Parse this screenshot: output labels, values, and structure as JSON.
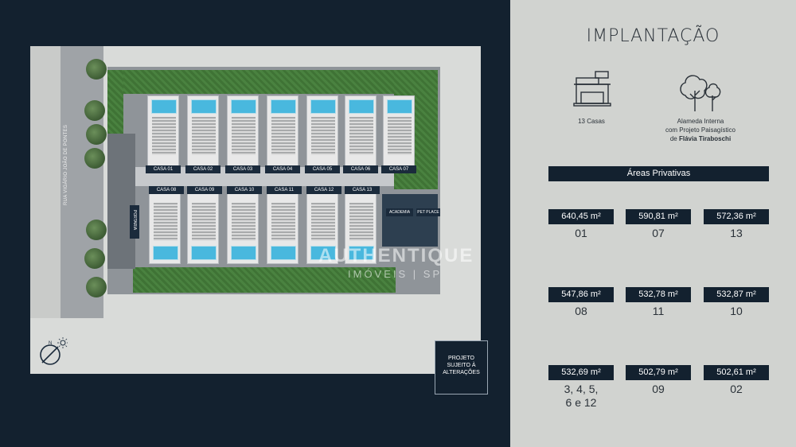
{
  "header": {
    "title": "IMPLANTAÇÃO"
  },
  "features": [
    {
      "icon": "house-icon",
      "text": "13 Casas"
    },
    {
      "icon": "trees-icon",
      "line1": "Alameda Interna",
      "line2": "com Projeto Paisagístico",
      "line3_prefix": "de",
      "line3_name": "Flávia Tiraboschi"
    }
  ],
  "areas": {
    "title": "Áreas Privativas",
    "items": [
      {
        "value": "640,45 m²",
        "unit": "01"
      },
      {
        "value": "590,81 m²",
        "unit": "07"
      },
      {
        "value": "572,36 m²",
        "unit": "13"
      },
      {
        "value": "547,86 m²",
        "unit": "08"
      },
      {
        "value": "532,78 m²",
        "unit": "11"
      },
      {
        "value": "532,87 m²",
        "unit": "10"
      },
      {
        "value": "532,69  m²",
        "unit": "3, 4, 5,",
        "unit2": "6 e 12"
      },
      {
        "value": "502,79 m²",
        "unit": "09"
      },
      {
        "value": "502,61 m²",
        "unit": "02"
      }
    ]
  },
  "plan": {
    "street": "RUA VIGÁRIO JOÃO DE PONTES",
    "houses_top": [
      "CASA 01",
      "CASA 02",
      "CASA 03",
      "CASA 04",
      "CASA 05",
      "CASA 06",
      "CASA 07"
    ],
    "houses_bottom": [
      "CASA 08",
      "CASA 09",
      "CASA 10",
      "CASA 11",
      "CASA 12",
      "CASA 13"
    ],
    "portaria": "PORTARIA",
    "util1": "ACADEMIA",
    "util2": "PET PLACE",
    "watermark": "AUTHENTIQUE",
    "watermark2": "IMÓVEIS | SP",
    "note": [
      "PROJETO",
      "SUJEITO À",
      "ALTERAÇÕES"
    ]
  },
  "colors": {
    "navy": "#13212f",
    "panel": "#d1d3d0",
    "pool": "#49b8de",
    "grass": "#3f7335"
  }
}
